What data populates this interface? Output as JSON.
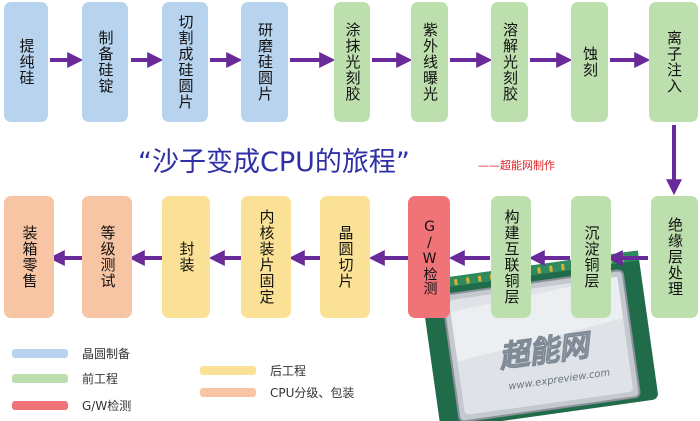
{
  "title": "“沙子变成CPU的旅程”",
  "credit": "——超能网制作",
  "watermark": {
    "brand": "超能网",
    "site": "www.expreview.com"
  },
  "steps": [
    {
      "label": "提纯硅",
      "stage": "wafer"
    },
    {
      "label": "制备硅锭",
      "stage": "wafer"
    },
    {
      "label": "切割成硅圆片",
      "stage": "wafer"
    },
    {
      "label": "研磨硅圆片",
      "stage": "wafer"
    },
    {
      "label": "涂抹光刻胶",
      "stage": "front"
    },
    {
      "label": "紫外线曝光",
      "stage": "front"
    },
    {
      "label": "溶解光刻胶",
      "stage": "front"
    },
    {
      "label": "蚀刻",
      "stage": "front"
    },
    {
      "label": "离子注入",
      "stage": "front"
    },
    {
      "label": "绝缘层处理",
      "stage": "front"
    },
    {
      "label": "沉淀铜层",
      "stage": "front"
    },
    {
      "label": "构建互联铜层",
      "stage": "front"
    },
    {
      "label": "G/W检测",
      "stage": "gw"
    },
    {
      "label": "晶圆切片",
      "stage": "back"
    },
    {
      "label": "内核装片固定",
      "stage": "back"
    },
    {
      "label": "封装",
      "stage": "back"
    },
    {
      "label": "等级测试",
      "stage": "pack"
    },
    {
      "label": "装箱零售",
      "stage": "pack"
    }
  ],
  "legend": [
    {
      "label": "晶圆制备",
      "color": "#b8d3ee"
    },
    {
      "label": "前工程",
      "color": "#bddfae"
    },
    {
      "label": "G/W检测",
      "color": "#f07477"
    },
    {
      "label": "后工程",
      "color": "#fbe196"
    },
    {
      "label": "CPU分级、包装",
      "color": "#f8c5a4"
    }
  ],
  "colors": {
    "arrow": "#6a2a9a",
    "title": "#2f2fa8",
    "credit": "#e21f26"
  }
}
